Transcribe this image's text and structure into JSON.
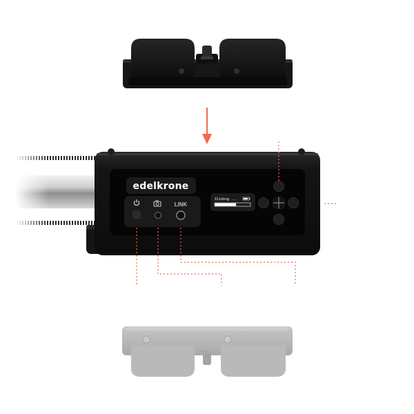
{
  "device": {
    "brand": "edelkrone",
    "link_label": "LINK",
    "display_text": "Sliding ...",
    "display_progress": 0.6
  },
  "colors": {
    "accent": "#ee6a50",
    "body": "#121212",
    "panel": "#050505",
    "ghost": "#b8b8b8"
  }
}
